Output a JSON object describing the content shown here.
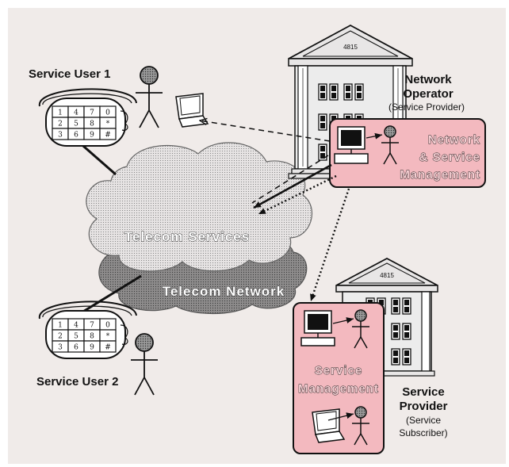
{
  "colors": {
    "background": "#f0ebe9",
    "management_box": "#f3b9bf",
    "cloud_services": "#e6e3e3",
    "cloud_network": "#8d8b8b"
  },
  "labels": {
    "service_user_1": "Service User 1",
    "service_user_2": "Service User 2",
    "network_operator_line1": "Network",
    "network_operator_line2": "Operator",
    "network_operator_role": "(Service Provider)",
    "nsm_line1": "Network",
    "nsm_line2": "& Service",
    "nsm_line3": "Management",
    "telecom_services": "Telecom Services",
    "telecom_network": "Telecom Network",
    "service_management_line1": "Service",
    "service_management_line2": "Management",
    "service_provider_line1": "Service",
    "service_provider_line2": "Provider",
    "service_provider_role_line1": "(Service",
    "service_provider_role_line2": "Subscriber)",
    "building_sign": "4815"
  },
  "keypad_rows": [
    [
      "1",
      "4",
      "7",
      "0"
    ],
    [
      "2",
      "5",
      "8",
      "*"
    ],
    [
      "3",
      "6",
      "9",
      "#"
    ]
  ],
  "icons": [
    "person-icon",
    "laptop-icon",
    "telephone-icon",
    "building-icon",
    "workstation-icon",
    "cloud-icon"
  ]
}
